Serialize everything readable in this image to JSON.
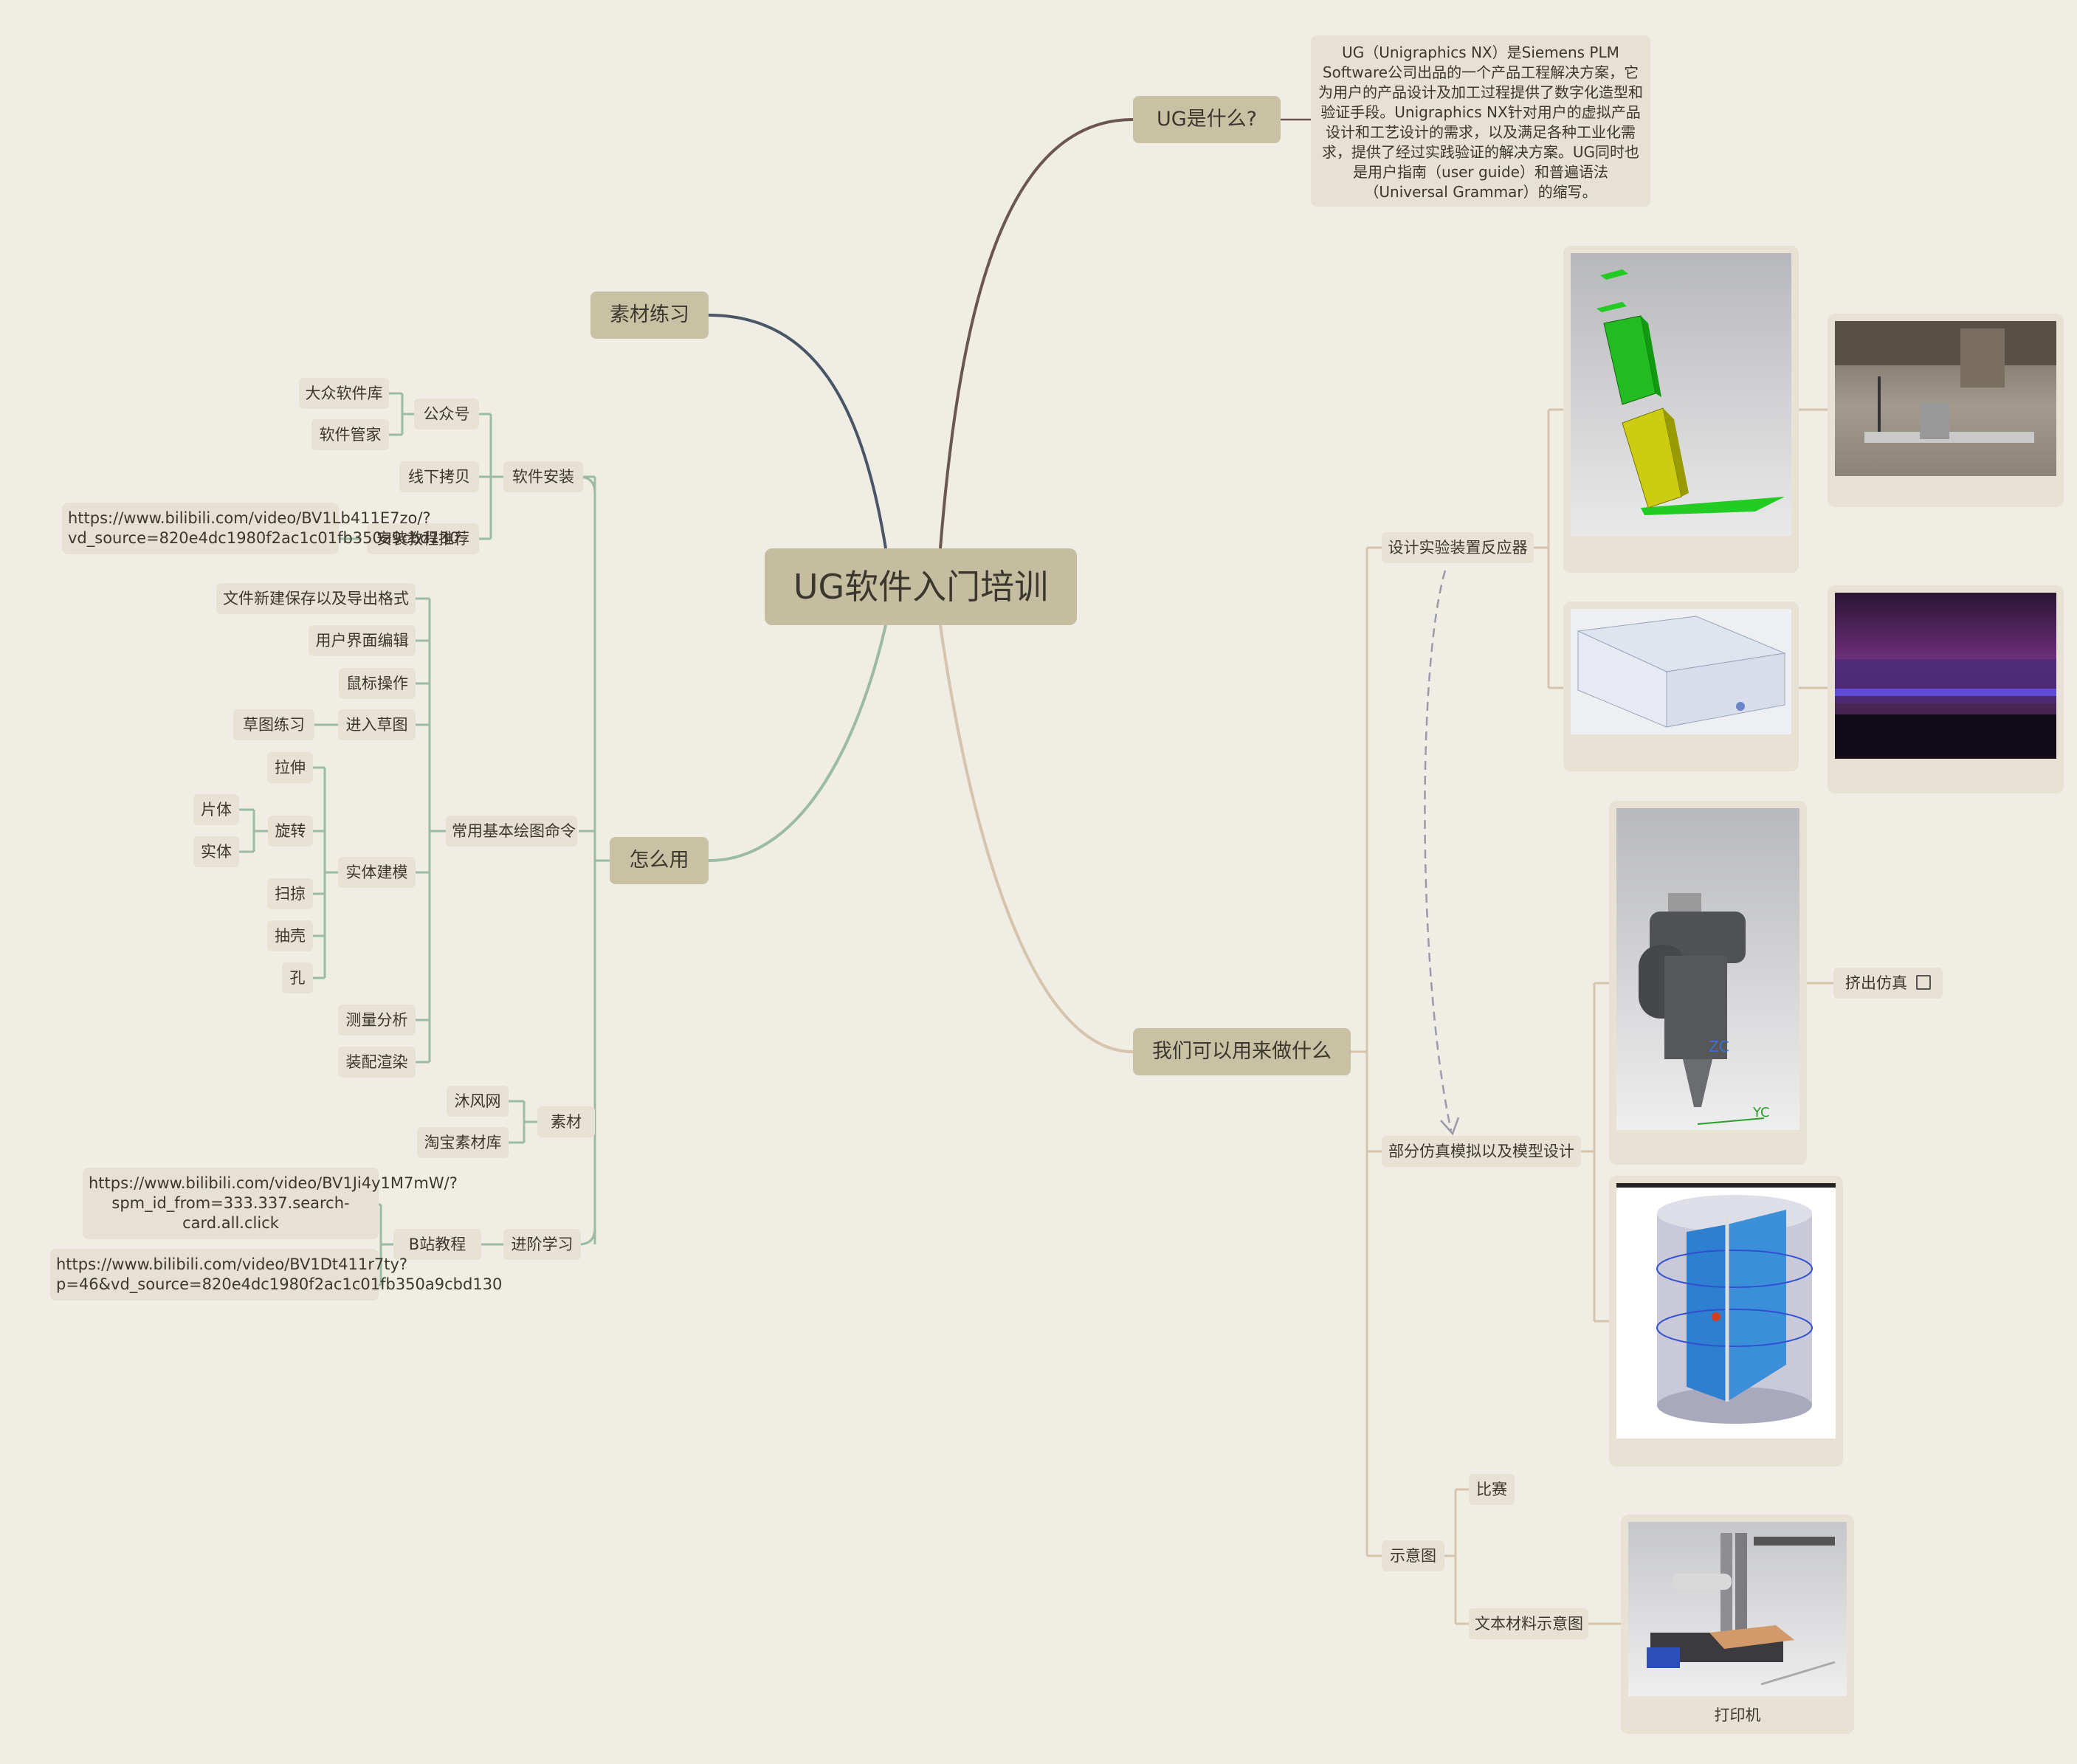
{
  "root": "UG软件入门培训",
  "branches": {
    "what": {
      "label": "UG是什么?",
      "description": "UG（Unigraphics NX）是Siemens PLM Software公司出品的一个产品工程解决方案，它为用户的产品设计及加工过程提供了数字化造型和验证手段。Unigraphics NX针对用户的虚拟产品设计和工艺设计的需求，以及满足各种工业化需求，提供了经过实践验证的解决方案。UG同时也是用户指南（user guide）和普遍语法（Universal Grammar）的缩写。"
    },
    "material_practice": {
      "label": "素材练习"
    },
    "how": {
      "label": "怎么用",
      "install": {
        "label": "软件安装",
        "wechat": {
          "label": "公众号",
          "items": [
            "大众软件库",
            "软件管家"
          ]
        },
        "offline": "线下拷贝",
        "tutorial": {
          "label": "安装教程推荐",
          "url": "https://www.bilibili.com/video/BV1Lb411E7zo/?vd_source=820e4dc1980f2ac1c01fb350a9cbd130"
        }
      },
      "commands": {
        "label": "常用基本绘图命令",
        "file": "文件新建保存以及导出格式",
        "ui": "用户界面编辑",
        "mouse": "鼠标操作",
        "sketch": {
          "label": "进入草图",
          "child": "草图练习"
        },
        "solid": {
          "label": "实体建模",
          "extrude": "拉伸",
          "revolve": {
            "label": "旋转",
            "children": [
              "片体",
              "实体"
            ]
          },
          "sweep": "扫掠",
          "shell": "抽壳",
          "hole": "孔"
        },
        "measure": "测量分析",
        "assembly": "装配渲染"
      },
      "materials": {
        "label": "素材",
        "items": [
          "沐风网",
          "淘宝素材库"
        ]
      },
      "advanced": {
        "label": "进阶学习",
        "bilibili": {
          "label": "B站教程",
          "links": [
            "https://www.bilibili.com/video/BV1Ji4y1M7mW/?spm_id_from=333.337.search-card.all.click",
            "https://www.bilibili.com/video/BV1Dt411r7ty?p=46&vd_source=820e4dc1980f2ac1c01fb350a9cbd130"
          ]
        }
      }
    },
    "usage": {
      "label": "我们可以用来做什么",
      "reactor": {
        "label": "设计实验装置反应器"
      },
      "simulation": {
        "label": "部分仿真模拟以及模型设计",
        "extrude_sim": "挤出仿真"
      },
      "schematic": {
        "label": "示意图",
        "competition": "比赛",
        "text_material": "文本材料示意图",
        "printer_caption": "打印机"
      }
    }
  },
  "colors": {
    "background": "#f0ede5",
    "root_fill": "#c5bd9f",
    "what_line": "#6b5750",
    "material_line": "#4a5566",
    "how_line": "#9bbba7",
    "usage_line": "#d6c4ac"
  }
}
